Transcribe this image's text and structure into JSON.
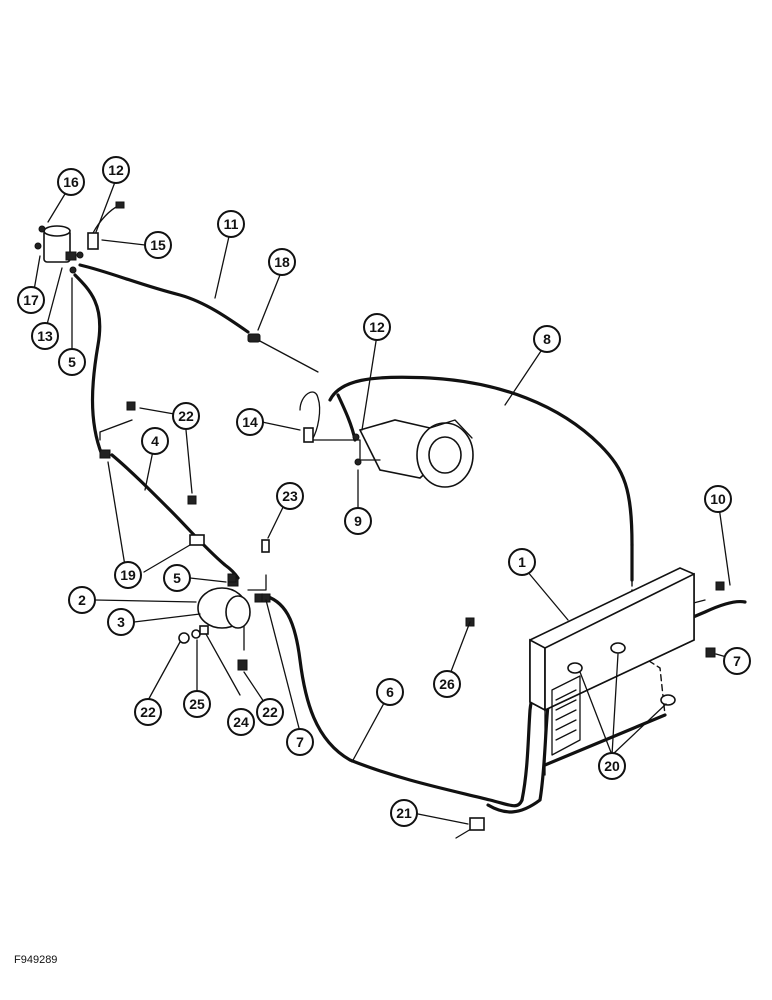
{
  "figure_id": "F949289",
  "callouts": [
    "1",
    "2",
    "3",
    "4",
    "5",
    "5",
    "6",
    "7",
    "7",
    "8",
    "9",
    "10",
    "11",
    "12",
    "12",
    "13",
    "14",
    "15",
    "16",
    "17",
    "18",
    "19",
    "20",
    "21",
    "22",
    "22",
    "22",
    "23",
    "24",
    "25",
    "26"
  ]
}
